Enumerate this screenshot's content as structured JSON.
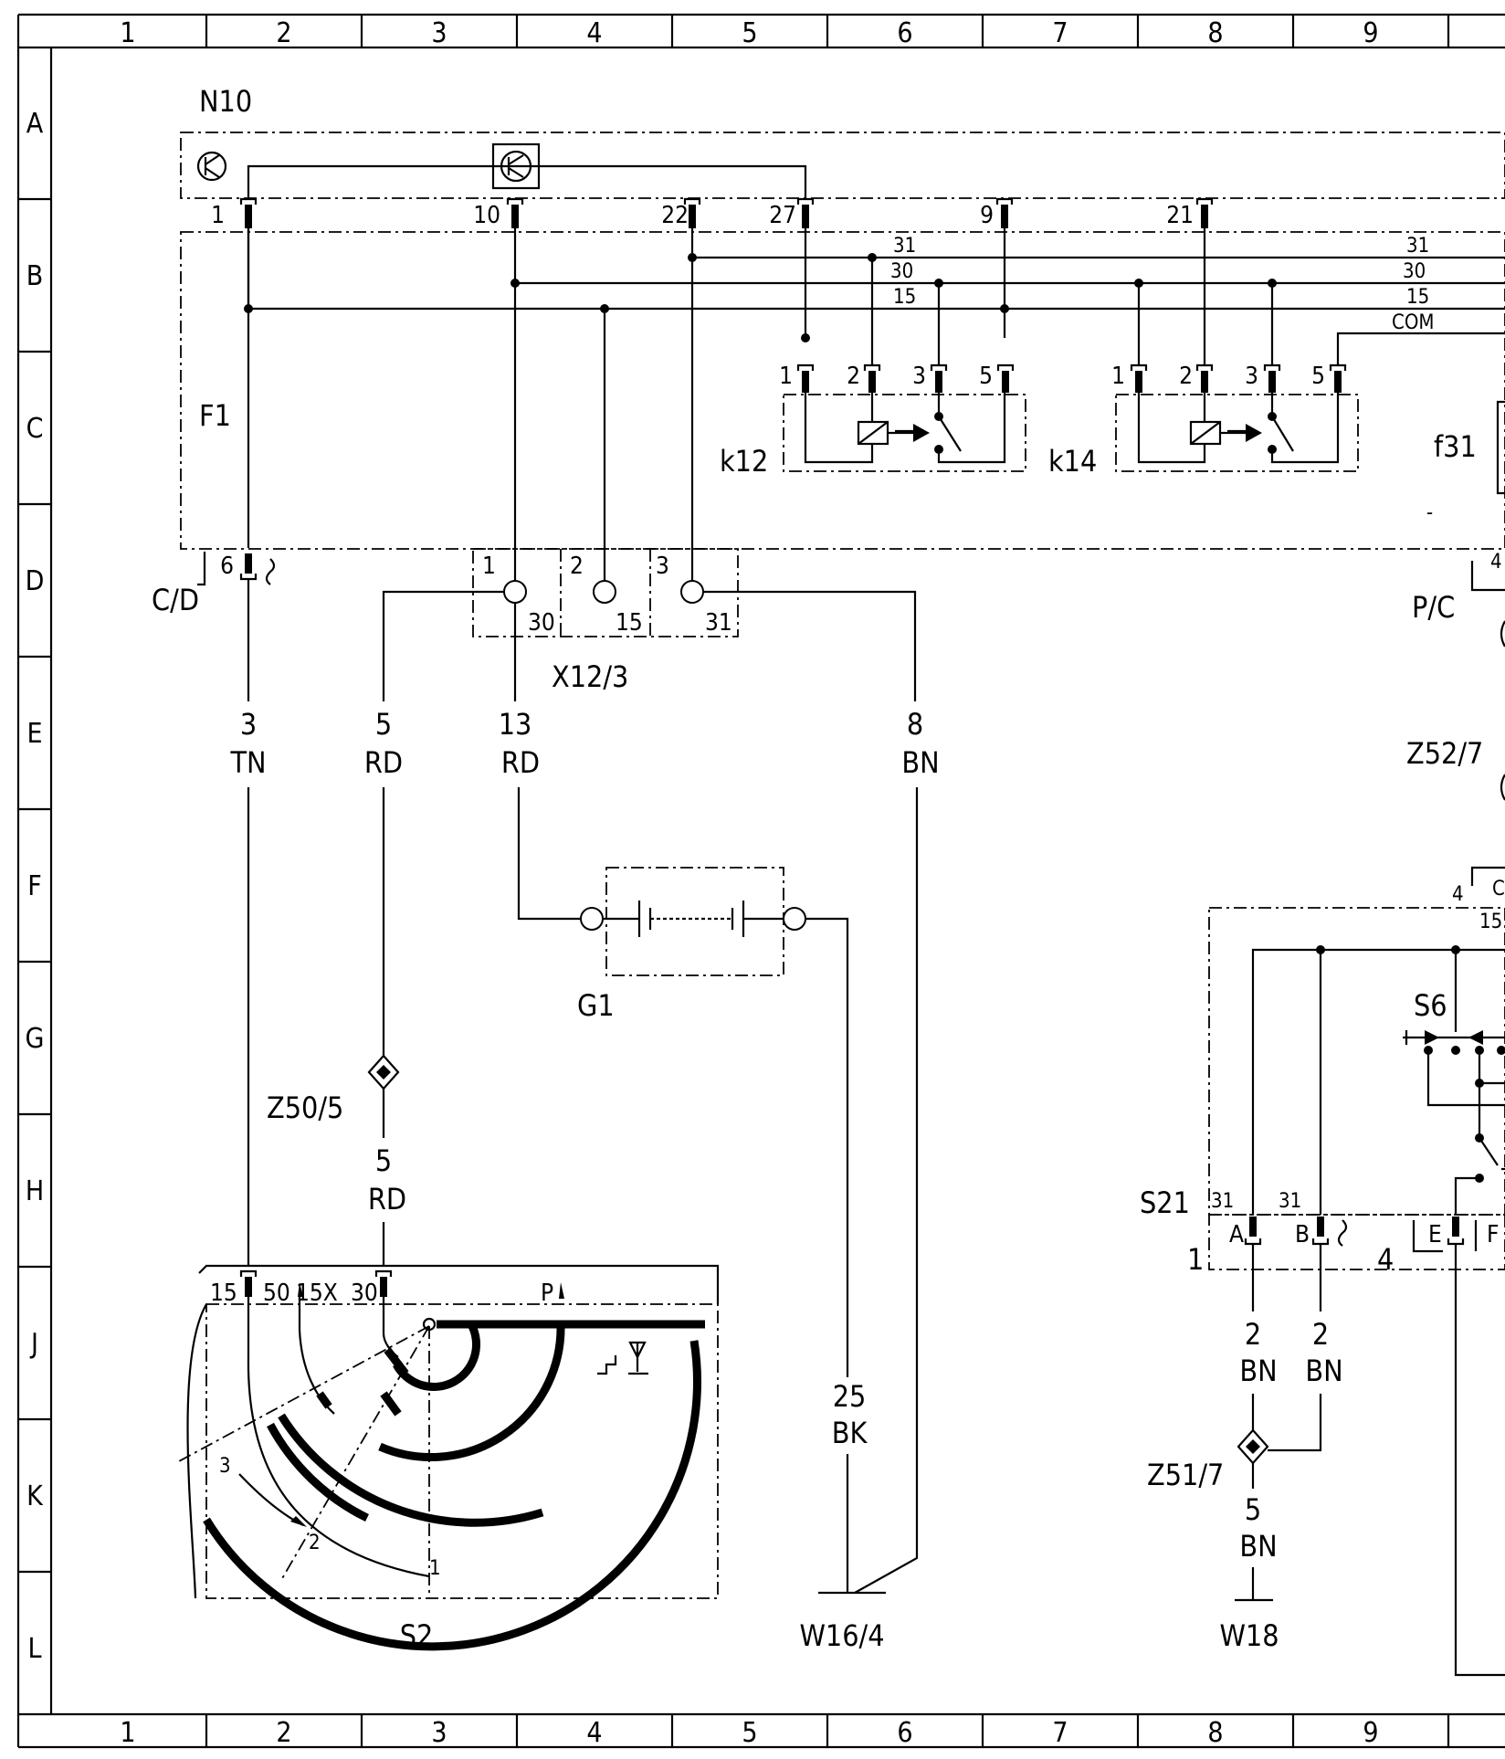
{
  "grid": {
    "columns": [
      "1",
      "2",
      "3",
      "4",
      "5",
      "6",
      "7",
      "8",
      "9"
    ],
    "rows": [
      "A",
      "B",
      "C",
      "D",
      "E",
      "F",
      "G",
      "H",
      "J",
      "K",
      "L"
    ]
  },
  "components": {
    "n10": "N10",
    "f1": "F1",
    "k12": "k12",
    "k14": "k14",
    "f31": "f31",
    "x12_3": "X12/3",
    "cd": "C/D",
    "pc": "P/C",
    "z52_7": "Z52/7",
    "g1": "G1",
    "s6": "S6",
    "z50_5": "Z50/5",
    "s21": "S21",
    "z51_7": "Z51/7",
    "s2": "S2",
    "w16_4": "W16/4",
    "w18": "W18"
  },
  "n10_pins": [
    "1",
    "10",
    "22",
    "27",
    "9",
    "21"
  ],
  "bus_lines": [
    "31",
    "30",
    "15",
    "31",
    "30",
    "15",
    "COM"
  ],
  "relay_pins": [
    "1",
    "2",
    "3",
    "5"
  ],
  "x12_3_pins": [
    "1",
    "2",
    "3",
    "30",
    "15",
    "31"
  ],
  "cd_pin": "6",
  "pc_pin": "4",
  "z52_pin": "4",
  "z52_partial": "C",
  "s21_pins": [
    "15",
    "31",
    "31",
    "A",
    "B",
    "E",
    "F",
    "1",
    "4"
  ],
  "s2_terminals": [
    "15",
    "50",
    "15X",
    "30",
    "P"
  ],
  "s2_positions": [
    "3",
    "2",
    "1"
  ],
  "wires": [
    {
      "number": "3",
      "color": "TN"
    },
    {
      "number": "5",
      "color": "RD"
    },
    {
      "number": "13",
      "color": "RD"
    },
    {
      "number": "8",
      "color": "BN"
    },
    {
      "number": "5",
      "color": "RD"
    },
    {
      "number": "25",
      "color": "BK"
    },
    {
      "number": "2",
      "color": "BN"
    },
    {
      "number": "2",
      "color": "BN"
    },
    {
      "number": "5",
      "color": "BN"
    }
  ]
}
